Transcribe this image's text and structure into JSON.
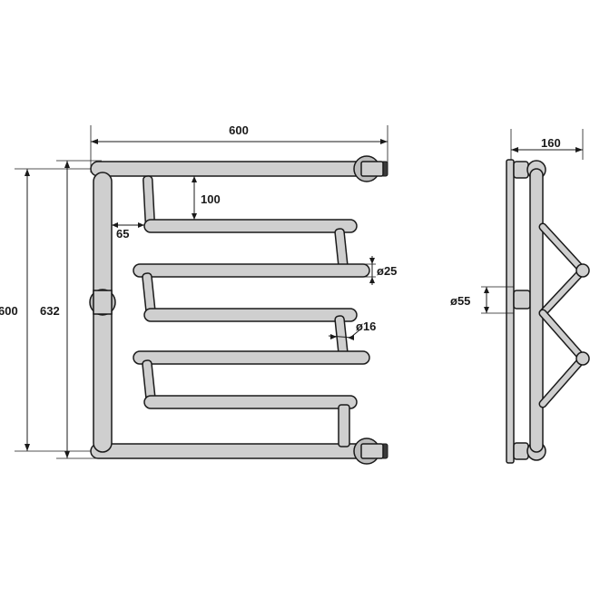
{
  "drawing": {
    "front_view": {
      "width_label": "600",
      "height_outer_label": "600",
      "height_total_label": "632",
      "spacing_label": "100",
      "offset_label": "65",
      "tube_diameter_label": "ø25",
      "crossbar_diameter_label": "ø16"
    },
    "side_view": {
      "depth_label": "160",
      "mount_diameter_label": "ø55"
    }
  }
}
